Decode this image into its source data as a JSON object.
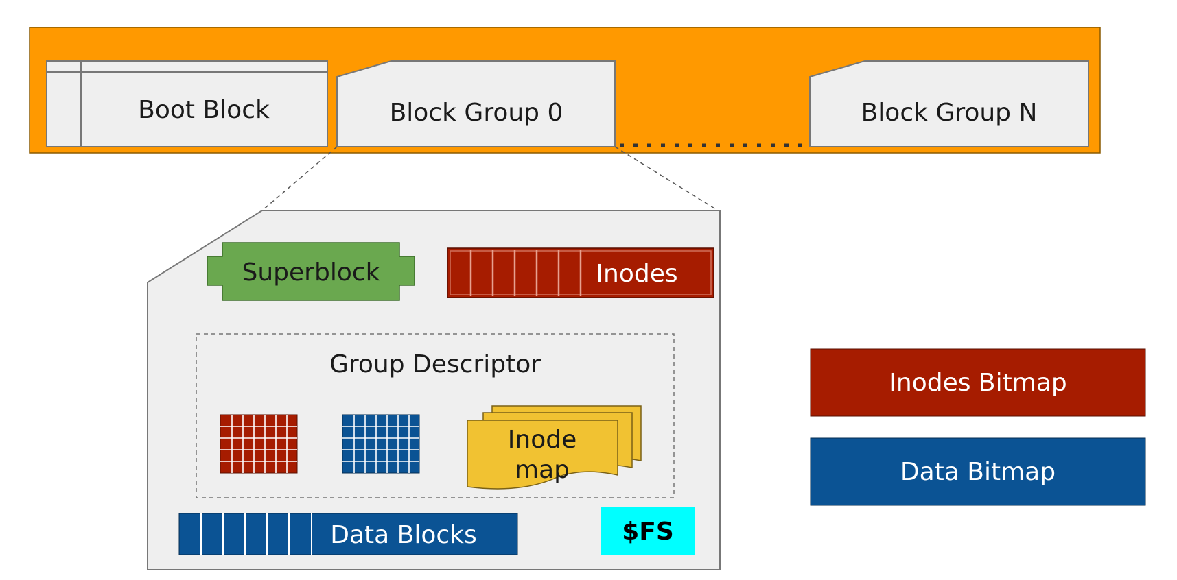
{
  "diagram": {
    "boot_block": "Boot Block",
    "block_group_0": "Block Group 0",
    "block_group_n": "Block Group N",
    "superblock": "Superblock",
    "inodes": "Inodes",
    "group_descriptor": "Group Descriptor",
    "inode_map_line1": "Inode",
    "inode_map_line2": "map",
    "data_blocks": "Data Blocks",
    "fs_tag": "$FS",
    "legend_inodes_bitmap": "Inodes Bitmap",
    "legend_data_bitmap": "Data Bitmap"
  },
  "colors": {
    "disk": "#FF9900",
    "box_fill": "#EFEFEF",
    "superblock": "#6AA84F",
    "inodes": "#A61C00",
    "inodes_bitmap": "#A61C00",
    "data_bitmap": "#0B5394",
    "inode_map": "#F1C232",
    "fs_tag": "#00FFFF"
  }
}
